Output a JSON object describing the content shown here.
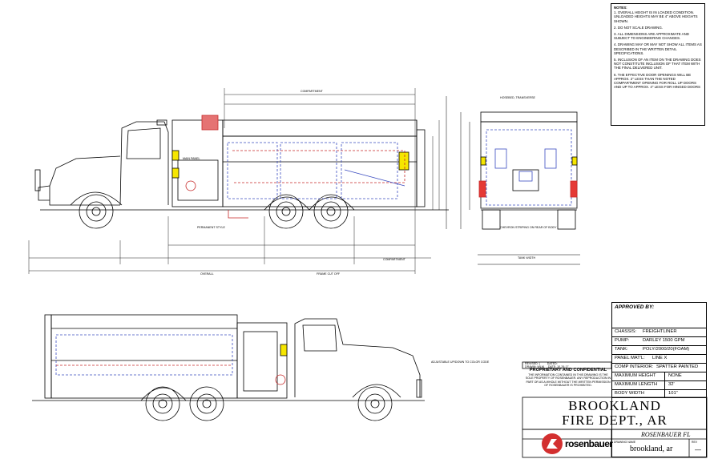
{
  "notes": {
    "title": "NOTES:",
    "items": [
      "1. OVERALL HEIGHT IS IN LOADED CONDITION. UNLOADED HEIGHTS MAY BE 4\" ABOVE HEIGHTS SHOWN.",
      "2. DO NOT SCALE DRAWING.",
      "3. ALL DIMENSIONS ARE APPROXIMATE AND SUBJECT TO ENGINEERING CHANGES.",
      "4. DRAWING MAY OR MAY NOT SHOW ALL ITEMS AS DESCRIBED IN THE WRITTEN DETAIL SPECIFICATIONS.",
      "5. INCLUSION OF AN ITEM ON THE DRAWING DOES NOT CONSTITUTE INCLUSION OF THAT ITEM WITH THE FINAL DELIVERED UNIT.",
      "6. THE EFFECTIVE DOOR OPENINGS WILL BE APPROX. 2\" LESS THAN THE NOTED COMPARTMENT OPENING FOR ROLL UP DOORS AND UP TO APPROX. 4\" LESS FOR HINGED DOORS"
    ]
  },
  "title_block": {
    "approved_by": "APPROVED BY:",
    "specs": [
      {
        "label": "CHASSIS:",
        "value": "FREIGHTLINER"
      },
      {
        "label": "PUMP:",
        "value": "DARLEY 1500 GPM"
      },
      {
        "label": "TANK:",
        "value": "POLY/2000/20(FOAM)"
      },
      {
        "label": "PANEL MAT'L:",
        "value": "LINE X"
      },
      {
        "label": "COMP INTERIOR:",
        "value": "SPATTER PAINTED"
      }
    ],
    "dims": [
      {
        "label": "MAXIMUM HEIGHT",
        "value": "NONE"
      },
      {
        "label": "MAXIMUM LENGTH",
        "value": "32'"
      },
      {
        "label": "BODY WIDTH",
        "value": "101\""
      }
    ],
    "customer_line1": "BROOKLAND",
    "customer_line2": "FIRE DEPT., AR",
    "facility": "ROSENBAUER FL",
    "brand": "rosenbauer",
    "drawing_name": "brookland, ar",
    "drawing_name_label": "DRAWING NAME",
    "rev_label": "REV",
    "rev_value": "—"
  },
  "revision": {
    "revised": "REVISED: |",
    "dated": "DATED:",
    "drawn": "DRAWN: WLM",
    "date": "DATE: 10-26-17"
  },
  "proprietary": {
    "title": "PROPRIETARY AND CONFIDENTIAL",
    "text": "THE INFORMATION CONTAINED IN THIS DRAWING IS THE SOLE PROPERTY OF ROSENBAUER. ANY REPRODUCTION IN PART OR AS A WHOLE WITHOUT THE WRITTEN PERMISSION OF ROSENBAUER IS PROHIBITED."
  },
  "callouts": {
    "side_top": "COMPARTMENT",
    "pump_panel": "MAIN PANEL",
    "rear_notes": "HOSEBED, TRANSVERSE",
    "foot_well": "PERMANENT STYLE",
    "overall": "OVERALL",
    "frame_cutoff": "FRAME CUT OFF",
    "compartment_below": "COMPARTMENT",
    "tank_width": "TANK WIDTH",
    "chevron": "CHEVRON STRIPING ON REAR OF BODY",
    "driver_callout": "ADJUSTABLE UP/DOWN TO COLOR CODE"
  },
  "colors": {
    "accent": "#d32f2f",
    "body_dash": "#3b4cc0",
    "line": "#000000"
  }
}
